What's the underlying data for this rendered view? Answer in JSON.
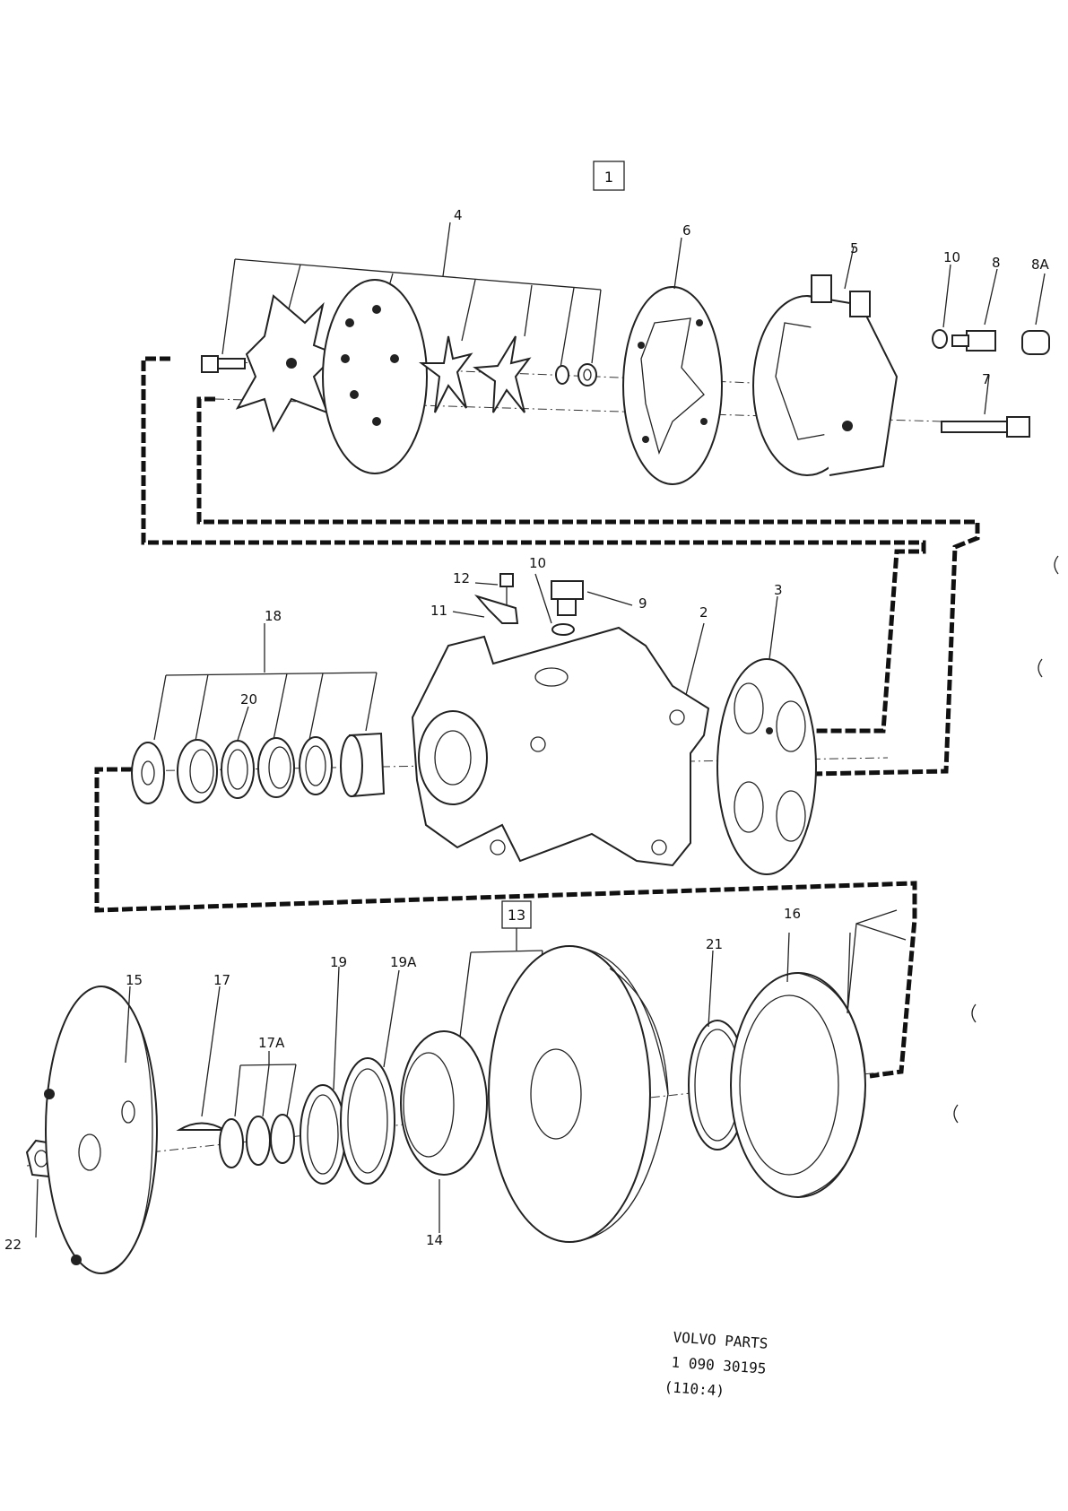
{
  "title_box": "1",
  "group_box": "13",
  "callouts": [
    "1",
    "2",
    "3",
    "4",
    "5",
    "6",
    "7",
    "8",
    "8A",
    "9",
    "10",
    "10",
    "11",
    "12",
    "13",
    "14",
    "15",
    "16",
    "17",
    "17A",
    "18",
    "19",
    "19A",
    "20",
    "21",
    "22"
  ],
  "labels": {
    "n4": "4",
    "n6": "6",
    "n5": "5",
    "n10a": "10",
    "n8": "8",
    "n8A": "8A",
    "n7": "7",
    "n12": "12",
    "n10b": "10",
    "n9": "9",
    "n11": "11",
    "n2": "2",
    "n3": "3",
    "n18": "18",
    "n20": "20",
    "n15": "15",
    "n17": "17",
    "n17A": "17A",
    "n19": "19",
    "n19A": "19A",
    "n21": "21",
    "n16": "16",
    "n14": "14",
    "n22": "22"
  },
  "footer": {
    "line1": "VOLVO  PARTS",
    "line2": "1 090   30195",
    "line3": "(110:4)"
  }
}
